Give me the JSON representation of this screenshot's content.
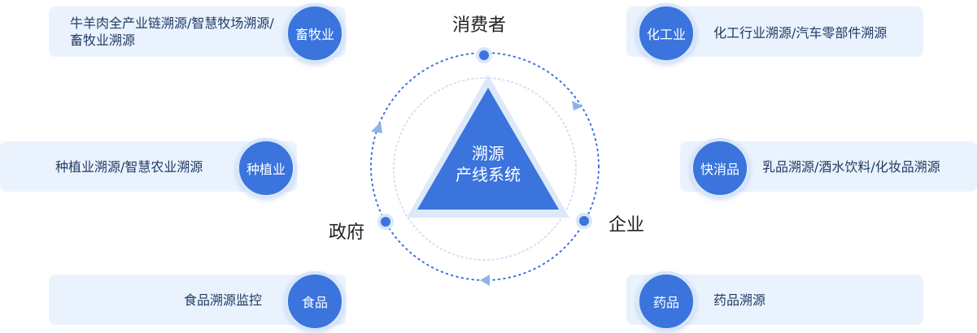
{
  "colors": {
    "accent": "#3a74dc",
    "card_bg": "#eaf3fd",
    "text": "#1f3a63"
  },
  "center": {
    "line1": "溯源",
    "line2": "产线系统"
  },
  "nodes": {
    "consumer": "消费者",
    "enterprise": "企业",
    "government": "政府"
  },
  "cards": {
    "livestock": {
      "icon": "畜牧业",
      "text": "牛羊肉全产业链溯源/智慧牧场溯源/畜牧业溯源"
    },
    "chemical": {
      "icon": "化工业",
      "text": "化工行业溯源/汽车零部件溯源"
    },
    "planting": {
      "icon": "种植业",
      "text": "种植业溯源/智慧农业溯源"
    },
    "fmcg": {
      "icon": "快消品",
      "text": "乳品溯源/酒水饮料/化妆品溯源"
    },
    "food": {
      "icon": "食品",
      "text": "食品溯源监控"
    },
    "medicine": {
      "icon": "药品",
      "text": "药品溯源"
    }
  }
}
